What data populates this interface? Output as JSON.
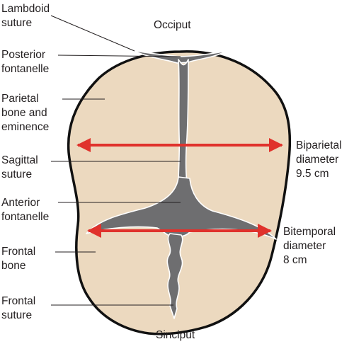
{
  "labels": {
    "lambdoid_suture": [
      "Lambdoid",
      "suture"
    ],
    "occiput": "Occiput",
    "posterior_fontanelle": [
      "Posterior",
      "fontanelle"
    ],
    "parietal_bone": [
      "Parietal",
      "bone and",
      "eminence"
    ],
    "sagittal_suture": [
      "Sagittal",
      "suture"
    ],
    "anterior_fontanelle": [
      "Anterior",
      "fontanelle"
    ],
    "frontal_bone": [
      "Frontal",
      "bone"
    ],
    "frontal_suture": [
      "Frontal",
      "suture"
    ],
    "sinciput": "Sinciput",
    "biparietal_diameter": [
      "Biparietal",
      "diameter",
      "9.5 cm"
    ],
    "bitemporal_diameter": [
      "Bitemporal",
      "diameter",
      "8 cm"
    ]
  },
  "colors": {
    "skull_fill": "#ecd9bf",
    "outline": "#111111",
    "suture_fill": "#6e6e70",
    "suture_edge": "#ffffff",
    "arrow": "#e0322c",
    "text": "#231f20"
  }
}
